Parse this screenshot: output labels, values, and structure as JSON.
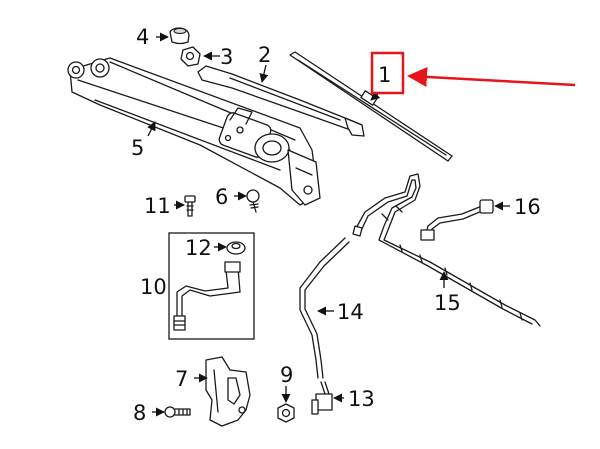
{
  "callouts": {
    "c1": "1",
    "c2": "2",
    "c3": "3",
    "c4": "4",
    "c5": "5",
    "c6": "6",
    "c7": "7",
    "c8": "8",
    "c9": "9",
    "c10": "10",
    "c11": "11",
    "c12": "12",
    "c13": "13",
    "c14": "14",
    "c15": "15",
    "c16": "16"
  },
  "colors": {
    "highlight": "#e8141b",
    "line": "#1a1a1a"
  },
  "highlighted_part": "1"
}
